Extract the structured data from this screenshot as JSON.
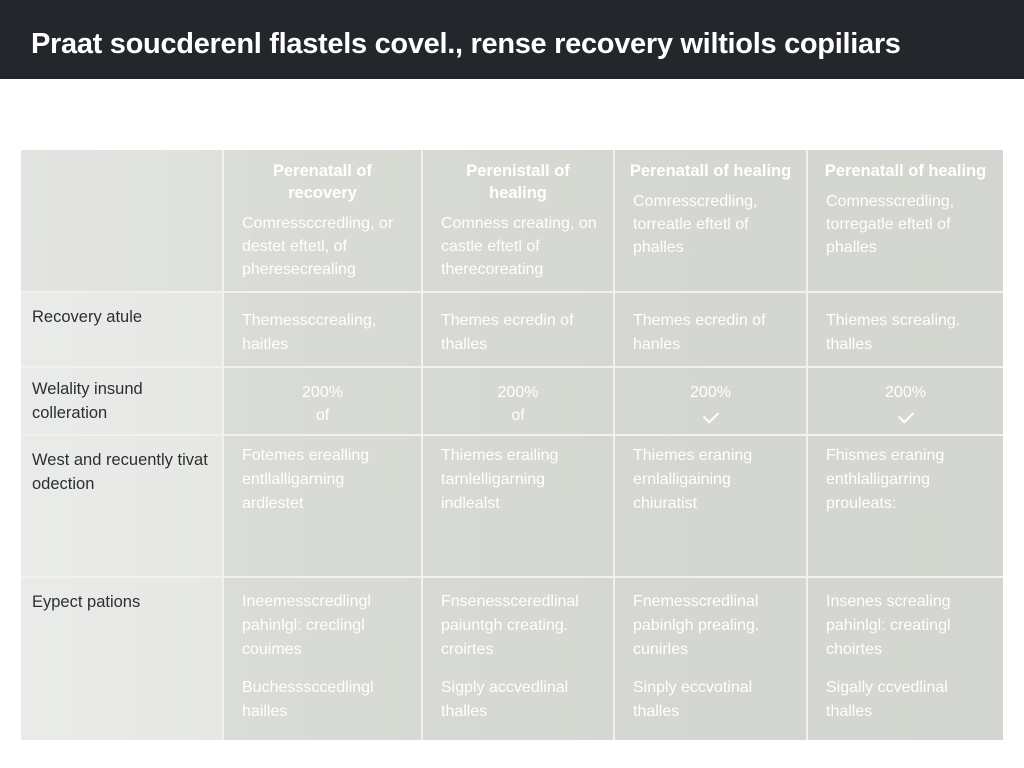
{
  "header": {
    "title": "Praat soucderenl flastels covel., rense recovery wiltiols copiliars"
  },
  "table": {
    "columns": [
      {
        "title": "Perenatall of recovery",
        "desc": "Comressccredling, or destet eftetl, of pheresecrealing"
      },
      {
        "title": "Perenistall of healing",
        "desc": "Comness creating, on castle eftetl of therecoreating"
      },
      {
        "title": "Perenatall of healing",
        "desc": "Comresscredling, torreatle eftetl of phalles"
      },
      {
        "title": "Perenatall of healing",
        "desc": "Comnesscredling, torregatle eftetl of phalles"
      }
    ],
    "rows": [
      {
        "label": "Recovery atule",
        "cells": [
          "Themessccrealing, haitles",
          "Themes ecredin of thalles",
          "Themes ecredin of hanles",
          "Thiemes screaling. thalles"
        ]
      },
      {
        "label": "Welality insund colleration",
        "cells": [
          {
            "pct": "200%",
            "mark": "of"
          },
          {
            "pct": "200%",
            "mark": "of"
          },
          {
            "pct": "200%",
            "mark": "check-icon"
          },
          {
            "pct": "200%",
            "mark": "check-icon"
          }
        ]
      },
      {
        "label": "West and recuently tivat odection",
        "cells": [
          "Fotemes erealling entllalligarning ardlestet",
          "Thiemes erailing tarnlelligarning indlealst",
          "Thiemes eraning ernlalligaining chiuratist",
          "Fhismes eraning enthlalligarring prouleats:"
        ]
      },
      {
        "label": "Eypect pations",
        "cells": [
          {
            "a": "Ineemesscredlingl pahinlgl: creclingl couimes",
            "b": "Buchesssccedlingl hailles"
          },
          {
            "a": "Fnsenessceredlinal paiuntgh creating. croirtes",
            "b": "Sigply accvedlinal thalles"
          },
          {
            "a": "Fnemesscredlinal pabinlgh prealing. cunirles",
            "b": "Sinply eccvotinal thalles"
          },
          {
            "a": "Insenes screaling pahinlgl: creatingl choirtes",
            "b": "Sigally ccvedlinal thalles"
          }
        ]
      }
    ]
  }
}
